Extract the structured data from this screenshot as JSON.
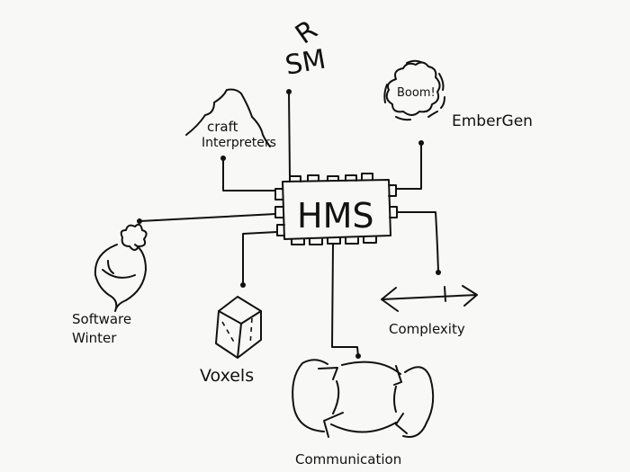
{
  "center": {
    "label": "HMS"
  },
  "nodes": {
    "rsm": {
      "top": "R",
      "bottom": "SM"
    },
    "craft": {
      "line1": "craft",
      "line2": "Interpreters"
    },
    "embergen": {
      "bubble": "Boom!",
      "label": "EmberGen"
    },
    "software_winter": {
      "line1": "Software",
      "line2": "Winter"
    },
    "voxels": {
      "label": "Voxels"
    },
    "complexity": {
      "label": "Complexity"
    },
    "communication": {
      "label": "Communication"
    }
  },
  "colors": {
    "ink": "#111111",
    "paper": "#f8f8f7"
  }
}
